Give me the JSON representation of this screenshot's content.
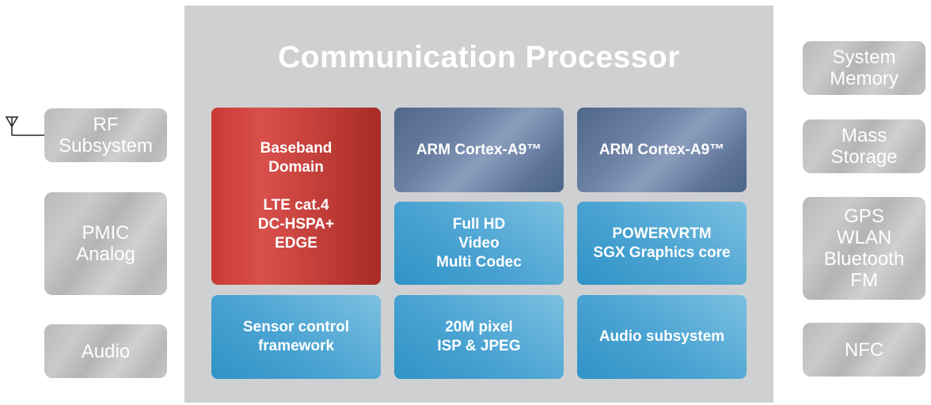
{
  "diagram": {
    "title": "Communication Processor",
    "left_peripherals": [
      {
        "label": "RF\nSubsystem"
      },
      {
        "label": "PMIC\nAnalog"
      },
      {
        "label": "Audio"
      }
    ],
    "right_peripherals": [
      {
        "label": "System\nMemory"
      },
      {
        "label": "Mass\nStorage"
      },
      {
        "label": "GPS\nWLAN\nBluetooth\nFM"
      },
      {
        "label": "NFC"
      }
    ],
    "blocks": {
      "baseband": {
        "label": "Baseband\nDomain\n\nLTE cat.4\nDC-HSPA+\nEDGE",
        "color": "#c93a35"
      },
      "cpu1": {
        "label": "ARM Cortex-A9™",
        "color": "#5e7598"
      },
      "cpu2": {
        "label": "ARM Cortex-A9™",
        "color": "#5e7598"
      },
      "video": {
        "label": "Full HD\nVideo\nMulti Codec",
        "color": "#4aa3d2"
      },
      "graphics": {
        "label": "POWERVRTM\nSGX Graphics core",
        "color": "#4aa3d2"
      },
      "sensor": {
        "label": "Sensor control\nframework",
        "color": "#4aa3d2"
      },
      "isp": {
        "label": "20M pixel\nISP & JPEG",
        "color": "#4aa3d2"
      },
      "audio_sub": {
        "label": "Audio subsystem",
        "color": "#4aa3d2"
      }
    },
    "icons": {
      "antenna": "antenna-icon"
    }
  }
}
